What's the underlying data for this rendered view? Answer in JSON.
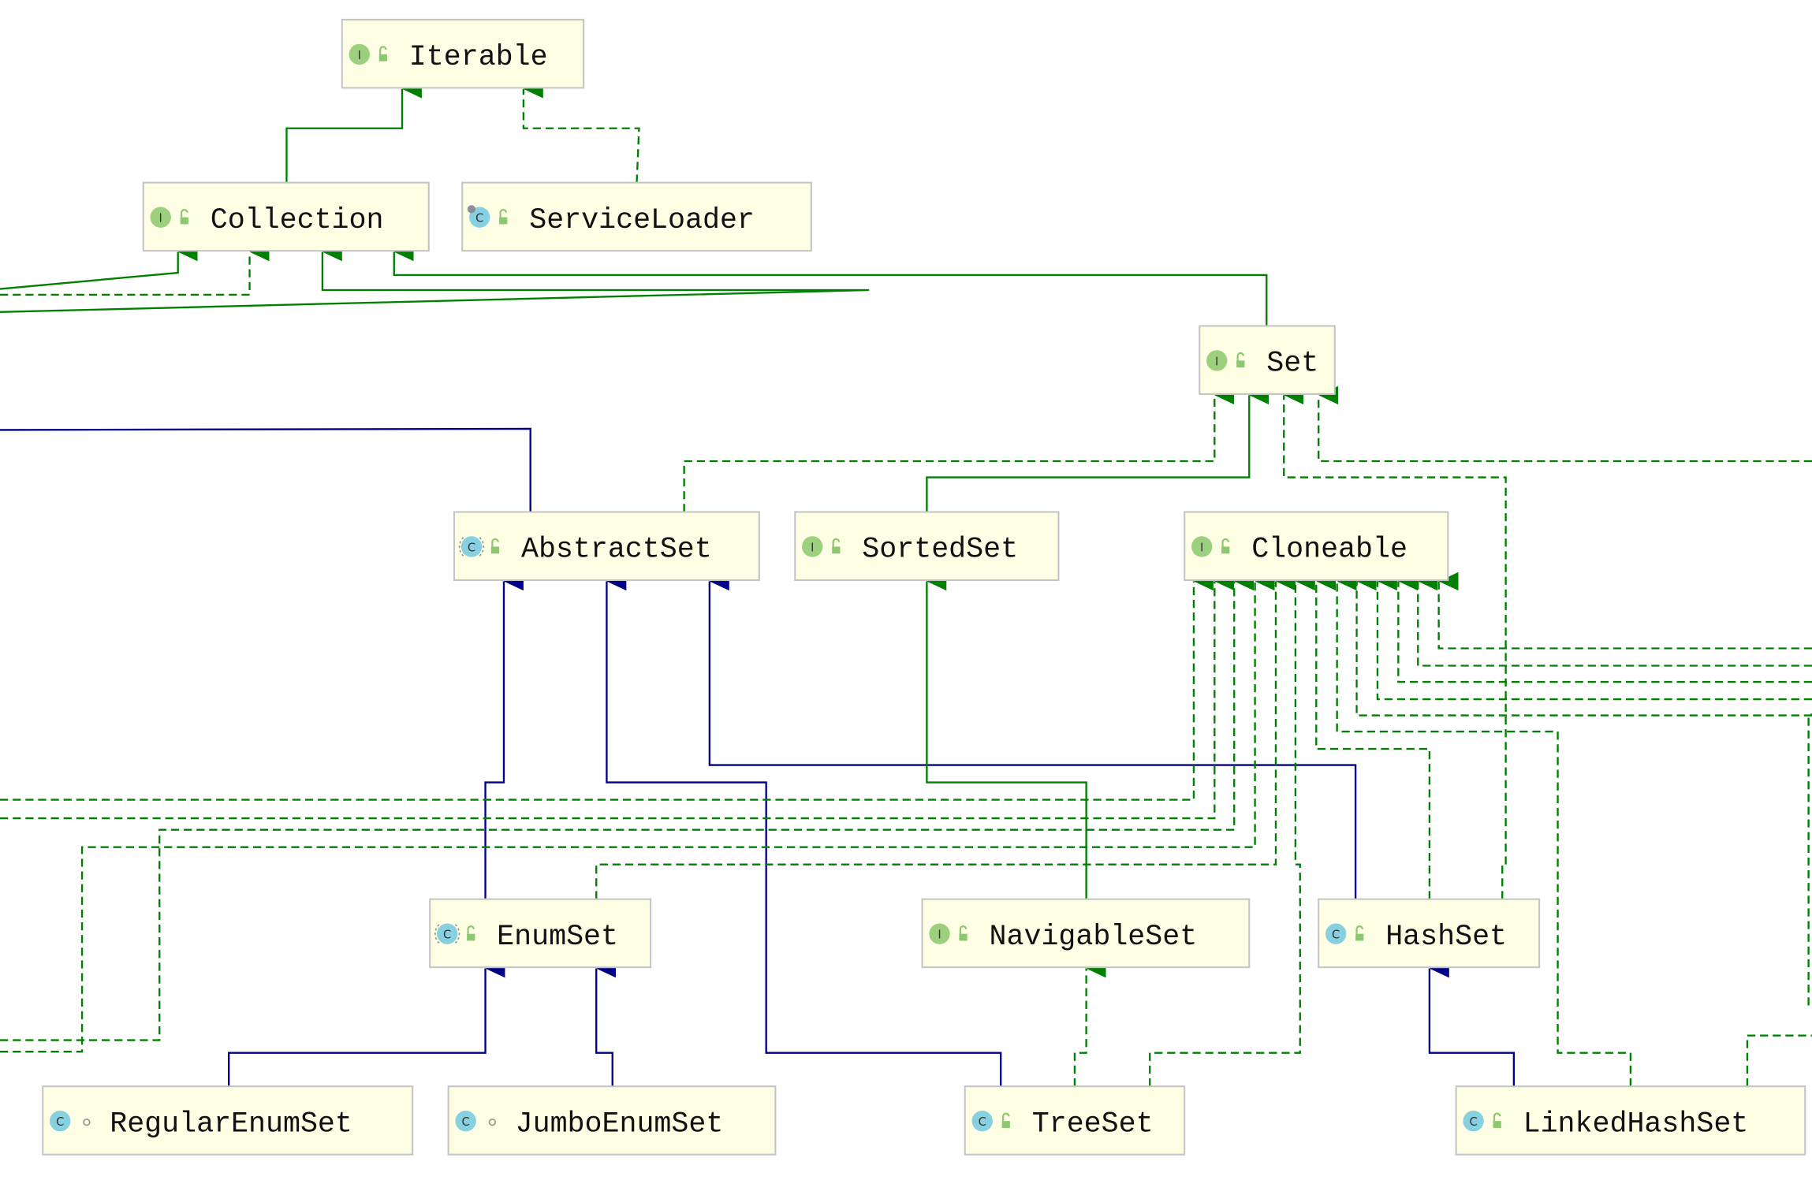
{
  "colors": {
    "node_fill": "#fefee4",
    "node_border": "#c4c4c4",
    "interface_edge": "#008000",
    "class_edge": "#000088",
    "interface_icon": "#9ccf7e",
    "class_icon": "#86d0e0",
    "lock_icon": "#8cc870"
  },
  "nodes": {
    "iterable": {
      "name": "Iterable",
      "badge": "I",
      "kind": "interface",
      "access": "public"
    },
    "collection": {
      "name": "Collection",
      "badge": "I",
      "kind": "interface",
      "access": "public"
    },
    "serviceloader": {
      "name": "ServiceLoader",
      "badge": "C",
      "kind": "final-class",
      "access": "public"
    },
    "set": {
      "name": "Set",
      "badge": "I",
      "kind": "interface",
      "access": "public"
    },
    "abstractset": {
      "name": "AbstractSet",
      "badge": "C",
      "kind": "abstract-class",
      "access": "public"
    },
    "sortedset": {
      "name": "SortedSet",
      "badge": "I",
      "kind": "interface",
      "access": "public"
    },
    "cloneable": {
      "name": "Cloneable",
      "badge": "I",
      "kind": "interface",
      "access": "public"
    },
    "enumset": {
      "name": "EnumSet",
      "badge": "C",
      "kind": "abstract-class",
      "access": "public"
    },
    "navigableset": {
      "name": "NavigableSet",
      "badge": "I",
      "kind": "interface",
      "access": "public"
    },
    "hashset": {
      "name": "HashSet",
      "badge": "C",
      "kind": "class",
      "access": "public"
    },
    "regularenumset": {
      "name": "RegularEnumSet",
      "badge": "C",
      "kind": "class",
      "access": "package-private"
    },
    "jumboenumset": {
      "name": "JumboEnumSet",
      "badge": "C",
      "kind": "class",
      "access": "package-private"
    },
    "treeset": {
      "name": "TreeSet",
      "badge": "C",
      "kind": "class",
      "access": "public"
    },
    "linkedhashset": {
      "name": "LinkedHashSet",
      "badge": "C",
      "kind": "class",
      "access": "public"
    }
  }
}
